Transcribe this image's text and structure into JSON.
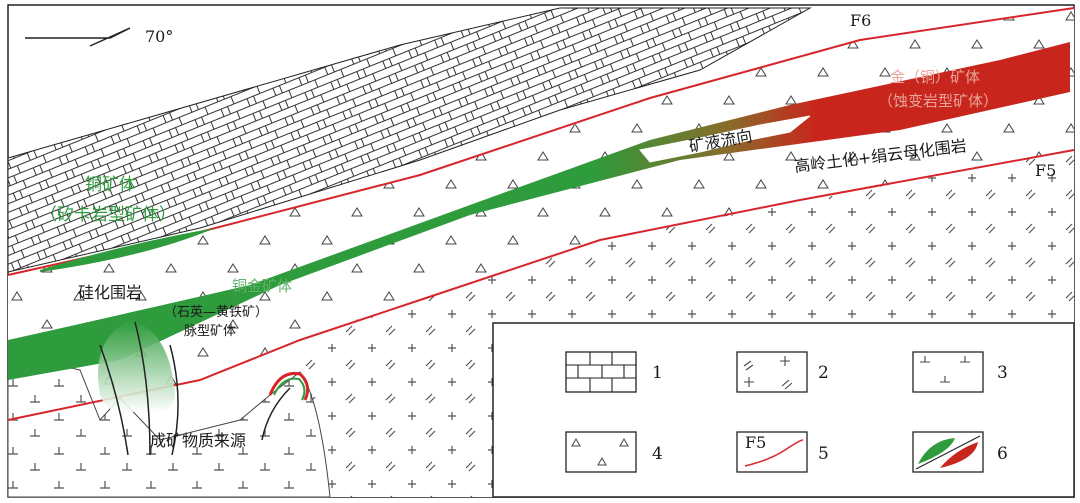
{
  "orientation": {
    "dip": "70°"
  },
  "faults": {
    "f6": "F6",
    "f5": "F5"
  },
  "labels": {
    "copper_ore": "铜矿体",
    "copper_ore_type": "（矽卡岩型矿体）",
    "silicified_wall_rock": "硅化围岩",
    "gold_ore_faint": "铜金矿体",
    "vein_ore_line1": "（石英—黄铁矿）",
    "vein_ore_line2": "脉型矿体",
    "gold_cu_ore_line1": "金（铜）矿体",
    "gold_cu_ore_line2": "（蚀变岩型矿体）",
    "fluid_flow": "矿液流向",
    "alteration": "高岭土化+绢云母化围岩",
    "source": "成矿物质来源"
  },
  "legend": {
    "items": [
      {
        "num": "1",
        "symbol": "limestone"
      },
      {
        "num": "2",
        "symbol": "granite-symbols"
      },
      {
        "num": "3",
        "symbol": "basement-symbols"
      },
      {
        "num": "4",
        "symbol": "breccia-triangles"
      },
      {
        "num": "5",
        "symbol": "fault-line",
        "text": "F5"
      },
      {
        "num": "6",
        "symbol": "ore-bodies"
      }
    ]
  },
  "colors": {
    "fault": "#d7262b",
    "green_ore": "#2e9b3c",
    "red_ore": "#c8261c",
    "limestone_fill": "#ffffff",
    "line": "#222222"
  }
}
